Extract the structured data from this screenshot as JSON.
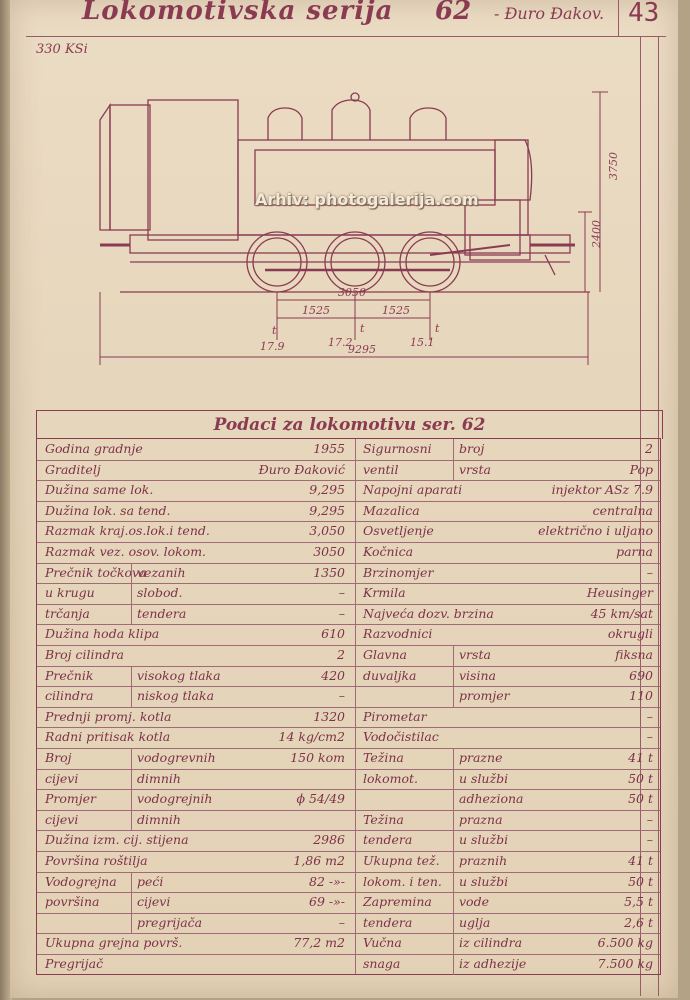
{
  "header": {
    "title": "Lokomotivska serija",
    "series": "62",
    "builder": "- Đuro Đakov.",
    "page": "43",
    "code": "330 KSi"
  },
  "watermark": "Arhiv: photogalerija.com",
  "dimensions": {
    "height_total": "3750",
    "height_axle": "2400",
    "wheelbase": "3050",
    "spacing_1": "1525",
    "spacing_2": "1525",
    "length_total": "9295",
    "axle_load_1": "17.9",
    "axle_load_2": "17.2",
    "axle_load_3": "15.1",
    "unit_t": "t"
  },
  "table": {
    "title": "Podaci za lokomotivu ser. 62",
    "left": [
      {
        "label": "Godina gradnje",
        "value": "1955"
      },
      {
        "label": "Graditelj",
        "value": "Đuro Đaković"
      },
      {
        "label": "Dužina same lok.",
        "value": "9,295"
      },
      {
        "label": "Dužina lok. sa tend.",
        "value": "9,295"
      },
      {
        "label": "Razmak kraj.os.lok.i tend.",
        "value": "3,050"
      },
      {
        "label": "Razmak vez. osov. lokom.",
        "value": "3050"
      },
      {
        "label": "Prečnik točkova",
        "sub": "vezanih",
        "value": "1350"
      },
      {
        "label": "u krugu",
        "sub": "slobod.",
        "value": "–"
      },
      {
        "label": "trčanja",
        "sub": "tendera",
        "value": "–"
      },
      {
        "label": "Dužina hoda klipa",
        "value": "610"
      },
      {
        "label": "Broj cilindra",
        "value": "2"
      },
      {
        "label": "Prečnik",
        "sub": "visokog tlaka",
        "value": "420"
      },
      {
        "label": "cilindra",
        "sub": "niskog tlaka",
        "value": "–"
      },
      {
        "label": "Prednji promj. kotla",
        "value": "1320"
      },
      {
        "label": "Radni pritisak kotla",
        "value": "14 kg/cm2"
      },
      {
        "label": "Broj",
        "sub": "vodogrevnih",
        "value": "150 kom"
      },
      {
        "label": "cijevi",
        "sub": "dimnih",
        "value": ""
      },
      {
        "label": "Promjer",
        "sub": "vodogrejnih",
        "value": "ϕ 54/49"
      },
      {
        "label": "cijevi",
        "sub": "dimnih",
        "value": ""
      },
      {
        "label": "Dužina izm. cij. stijena",
        "value": "2986"
      },
      {
        "label": "Površina roštilja",
        "value": "1,86 m2"
      },
      {
        "label": "Vodogrejna",
        "sub": "peći",
        "value": "82 -»-"
      },
      {
        "label": "površina",
        "sub": "cijevi",
        "value": "69 -»-"
      },
      {
        "label": "",
        "sub": "pregrijača",
        "value": "–"
      },
      {
        "label": "Ukupna grejna površ.",
        "value": "77,2 m2"
      },
      {
        "label": "Pregrijač",
        "value": ""
      }
    ],
    "right": [
      {
        "label": "Sigurnosni",
        "sub": "broj",
        "value": "2"
      },
      {
        "label": "ventil",
        "sub": "vrsta",
        "value": "Pop"
      },
      {
        "label": "Napojni aparati",
        "value": "injektor ASz 7.9"
      },
      {
        "label": "Mazalica",
        "value": "centralna"
      },
      {
        "label": "Osvetljenje",
        "value": "električno i uljano"
      },
      {
        "label": "Kočnica",
        "value": "parna"
      },
      {
        "label": "Brzinomjer",
        "value": "–"
      },
      {
        "label": "Krmila",
        "value": "Heusinger"
      },
      {
        "label": "Najveća dozv. brzina",
        "value": "45 km/sat"
      },
      {
        "label": "Razvodnici",
        "value": "okrugli"
      },
      {
        "label": "Glavna",
        "sub": "vrsta",
        "value": "fiksna"
      },
      {
        "label": "duvaljka",
        "sub": "visina",
        "value": "690"
      },
      {
        "label": "",
        "sub": "promjer",
        "value": "110"
      },
      {
        "label": "Pirometar",
        "value": "–"
      },
      {
        "label": "Vodočistilac",
        "value": "–"
      },
      {
        "label": "Težina",
        "sub": "prazne",
        "value": "41 t"
      },
      {
        "label": "lokomot.",
        "sub": "u službi",
        "value": "50 t"
      },
      {
        "label": "",
        "sub": "adheziona",
        "value": "50 t"
      },
      {
        "label": "Težina",
        "sub": "prazna",
        "value": "–"
      },
      {
        "label": "tendera",
        "sub": "u službi",
        "value": "–"
      },
      {
        "label": "Ukupna tež.",
        "sub": "praznih",
        "value": "41 t"
      },
      {
        "label": "lokom. i ten.",
        "sub": "u službi",
        "value": "50 t"
      },
      {
        "label": "Zapremina",
        "sub": "vode",
        "value": "5,5 t"
      },
      {
        "label": "tendera",
        "sub": "uglja",
        "value": "2,6 t"
      },
      {
        "label": "Vučna",
        "sub": "iz cilindra",
        "value": "6.500 kg"
      },
      {
        "label": "snaga",
        "sub": "iz adhezije",
        "value": "7.500 kg"
      }
    ]
  }
}
